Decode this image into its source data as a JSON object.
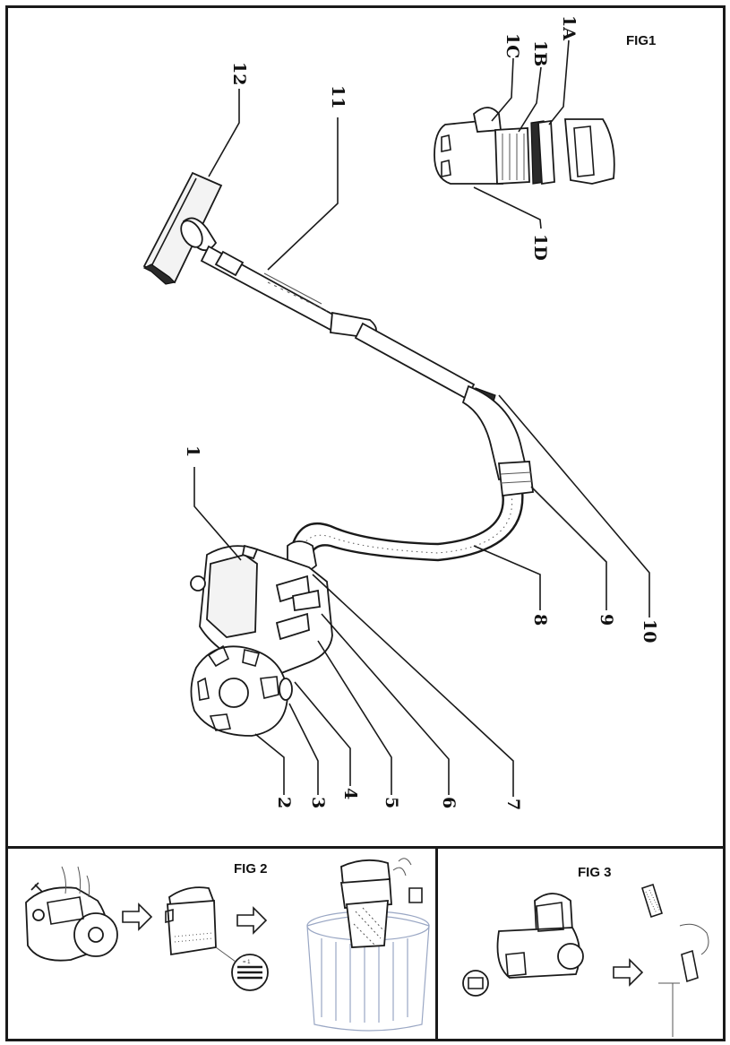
{
  "fig1": {
    "title": "FIG1",
    "callouts": {
      "c1": "1",
      "c2": "2",
      "c3": "3",
      "c4": "4",
      "c5": "5",
      "c6": "6",
      "c7": "7",
      "c8": "8",
      "c9": "9",
      "c10": "10",
      "c11": "11",
      "c12": "12",
      "c1A": "1A",
      "c1B": "1B",
      "c1C": "1C",
      "c1D": "1D"
    }
  },
  "fig2": {
    "title": "FIG 2",
    "tag": "= 1"
  },
  "fig3": {
    "title": "FIG 3"
  }
}
